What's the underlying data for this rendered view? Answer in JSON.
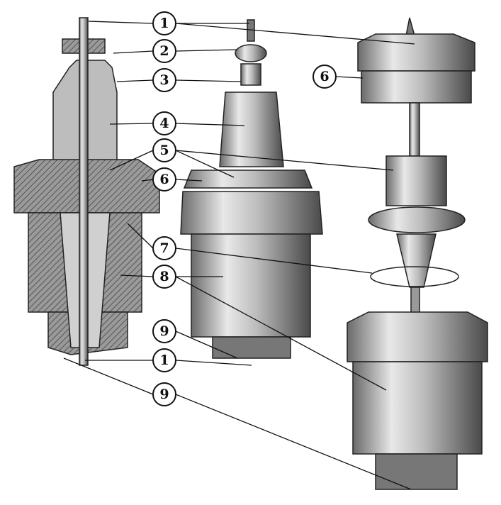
{
  "callouts": {
    "c1_top": "1",
    "c2": "2",
    "c3": "3",
    "c4": "4",
    "c5": "5",
    "c6_left": "6",
    "c6_right": "6",
    "c7": "7",
    "c8": "8",
    "c9_top": "9",
    "c1_bottom": "1",
    "c9_bottom": "9"
  },
  "colors": {
    "light_metal": "#d8d8d8",
    "mid_metal": "#a8a8a8",
    "dark_metal": "#555555",
    "ink": "#111111"
  }
}
